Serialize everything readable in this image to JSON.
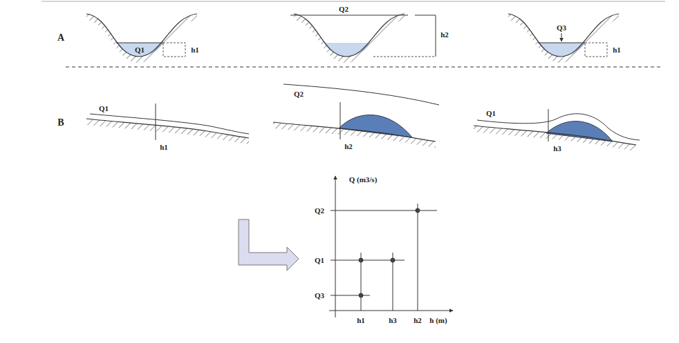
{
  "diagram": {
    "labels": [
      "A",
      "Q1",
      "h1",
      "Q2",
      "h2",
      "Q3",
      "h1",
      "B",
      "Q1",
      "h1",
      "Q2",
      "h2",
      "Q1",
      "h3",
      "Q (m3/s)",
      "Q2",
      "Q1",
      "Q3",
      "h1",
      "h3",
      "h2",
      "h (m)"
    ]
  }
}
